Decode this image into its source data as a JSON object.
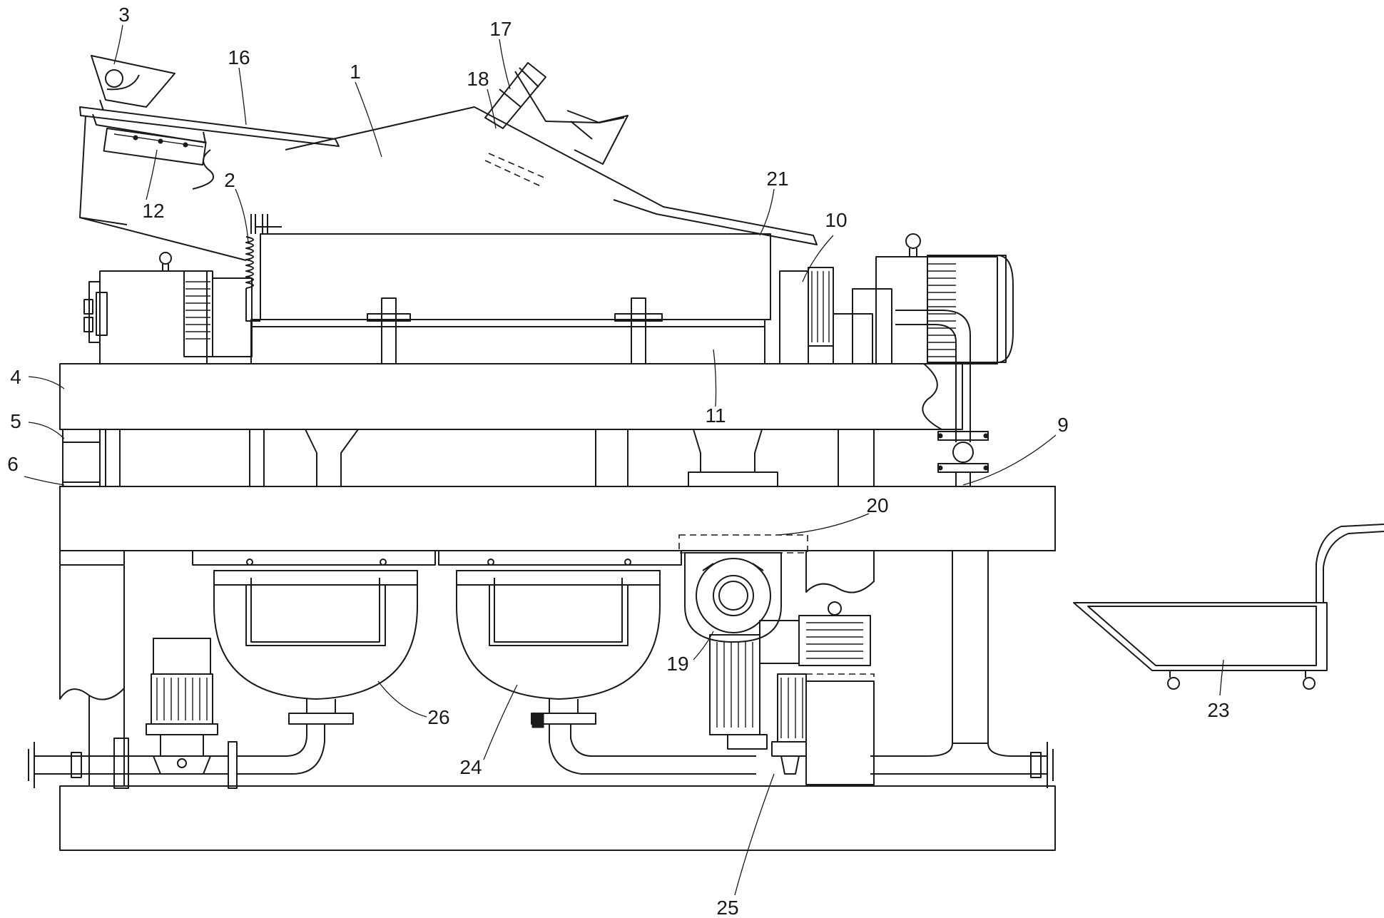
{
  "figure": {
    "callouts": [
      {
        "id": "c1",
        "text": "1"
      },
      {
        "id": "c2",
        "text": "2"
      },
      {
        "id": "c3",
        "text": "3"
      },
      {
        "id": "c4",
        "text": "4"
      },
      {
        "id": "c5",
        "text": "5"
      },
      {
        "id": "c6",
        "text": "6"
      },
      {
        "id": "c9",
        "text": "9"
      },
      {
        "id": "c10",
        "text": "10"
      },
      {
        "id": "c11",
        "text": "11"
      },
      {
        "id": "c12",
        "text": "12"
      },
      {
        "id": "c16",
        "text": "16"
      },
      {
        "id": "c17",
        "text": "17"
      },
      {
        "id": "c18",
        "text": "18"
      },
      {
        "id": "c19",
        "text": "19"
      },
      {
        "id": "c20",
        "text": "20"
      },
      {
        "id": "c21",
        "text": "21"
      },
      {
        "id": "c23",
        "text": "23"
      },
      {
        "id": "c24",
        "text": "24"
      },
      {
        "id": "c25",
        "text": "25"
      },
      {
        "id": "c26",
        "text": "26"
      }
    ]
  }
}
